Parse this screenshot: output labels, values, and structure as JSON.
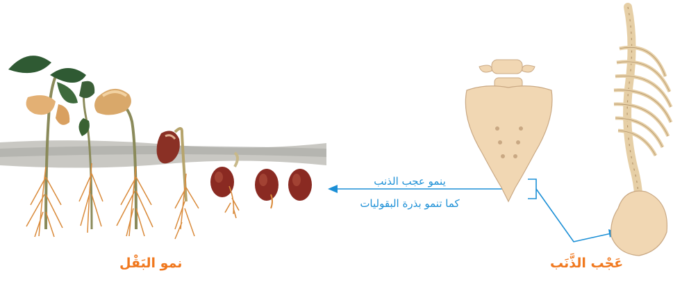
{
  "labels": {
    "bean_growth": "نمو البَقْل",
    "tailbone": "عَجْب الذَّنَب",
    "arrow_line1": "ينمو عجب الذنب",
    "arrow_line2": "كما تنمو بذرة البقوليات"
  },
  "colors": {
    "caption": "#f0781e",
    "arrow": "#1b8fd6",
    "soil": "#bdbcb8",
    "root": "#d98a3a",
    "seed": "#8a2a22",
    "bone": "#f1d7b3",
    "leaf": "#2f5a33"
  },
  "icons": [
    "bean-seed",
    "bean-sprout",
    "bean-seedling",
    "sacrum-bone",
    "spine-skeleton"
  ]
}
